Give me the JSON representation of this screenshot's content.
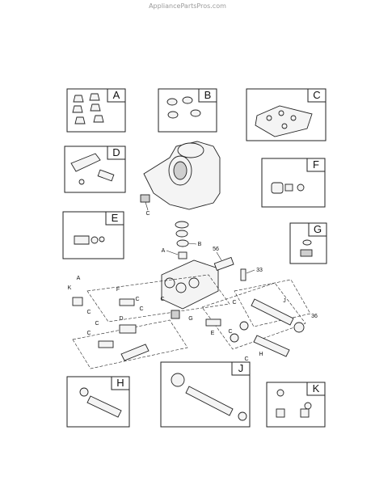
{
  "watermark": "AppliancePartsPros.com",
  "kits": [
    "A",
    "B",
    "C",
    "D",
    "E",
    "F",
    "G",
    "H",
    "J",
    "K"
  ],
  "callouts": [
    "C",
    "B",
    "A",
    "56",
    "33",
    "J",
    "K",
    "A",
    "C",
    "F",
    "C",
    "C",
    "D",
    "C",
    "C",
    "C",
    "G",
    "E",
    "C",
    "C",
    "C",
    "H",
    "36"
  ]
}
